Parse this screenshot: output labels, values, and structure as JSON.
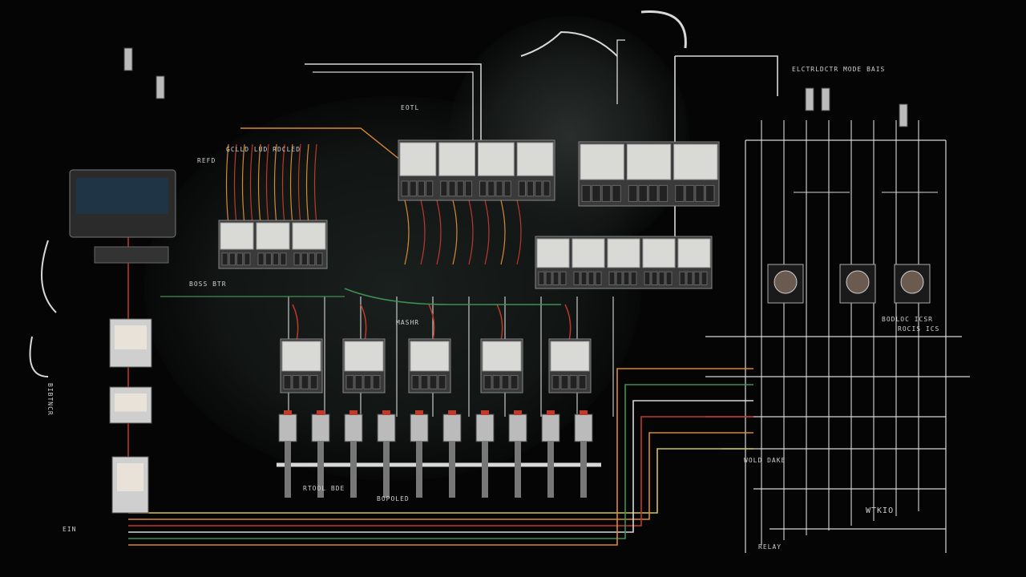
{
  "title": "Electrical wiring schematic",
  "labels": {
    "top_right": "ELCTRLDCTR  MODE BAIS",
    "top_center": "EOTL",
    "upper_left_a": "REFD",
    "upper_left_b": "GCLLD LUD   RDCLED",
    "mid_center": "MASHR",
    "right_mid": "BODLOC ICSR",
    "right_mid2": "ROCIS ICS",
    "bottom_right": "WTKIO",
    "bottom_center": "BOPOLED",
    "bottom_right2": "RELAY",
    "left_side": "BIBTNCR",
    "bottom_left": "EIN",
    "mid_right": "WOLD DAKE",
    "bottom_mid": "RTOOL BDE",
    "left_mid": "BOSS BTR"
  },
  "colors": {
    "background": "#050505",
    "wire_white": "#d8d8d8",
    "wire_red": "#c0392b",
    "wire_orange": "#d98a2b",
    "wire_yellow": "#d6c14a",
    "wire_green": "#3f8f55",
    "module_face": "#d9d9d6"
  }
}
